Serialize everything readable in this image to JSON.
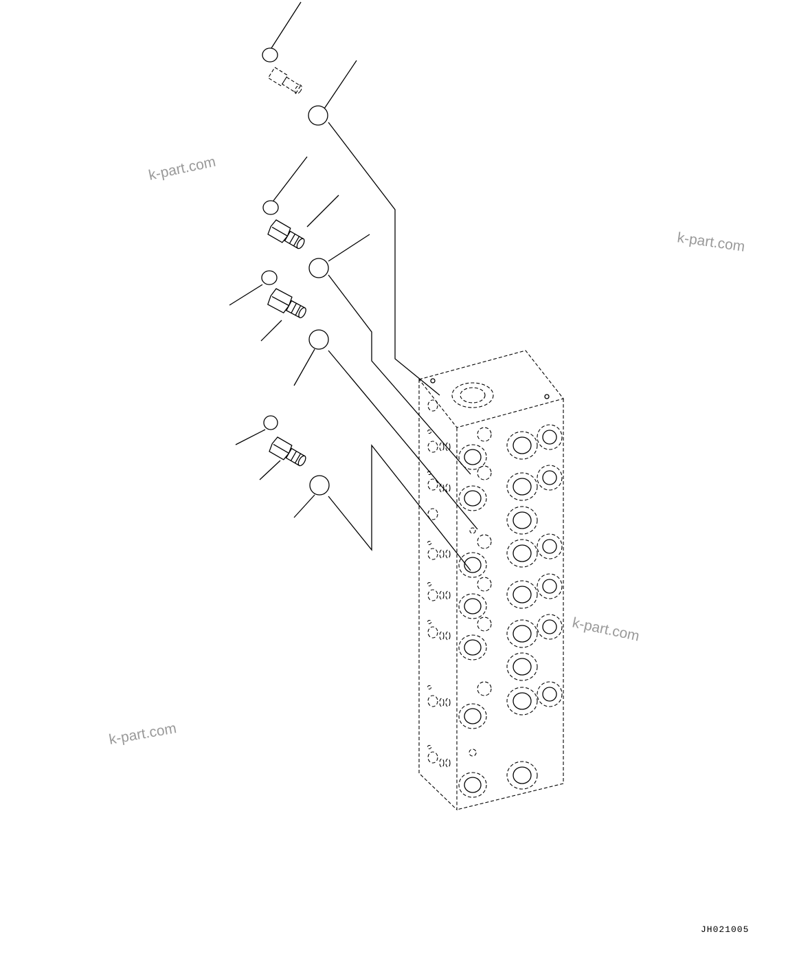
{
  "drawing_code": "JH021005",
  "watermarks": [
    "k-part.com",
    "k-part.com",
    "k-part.com",
    "k-part.com"
  ]
}
